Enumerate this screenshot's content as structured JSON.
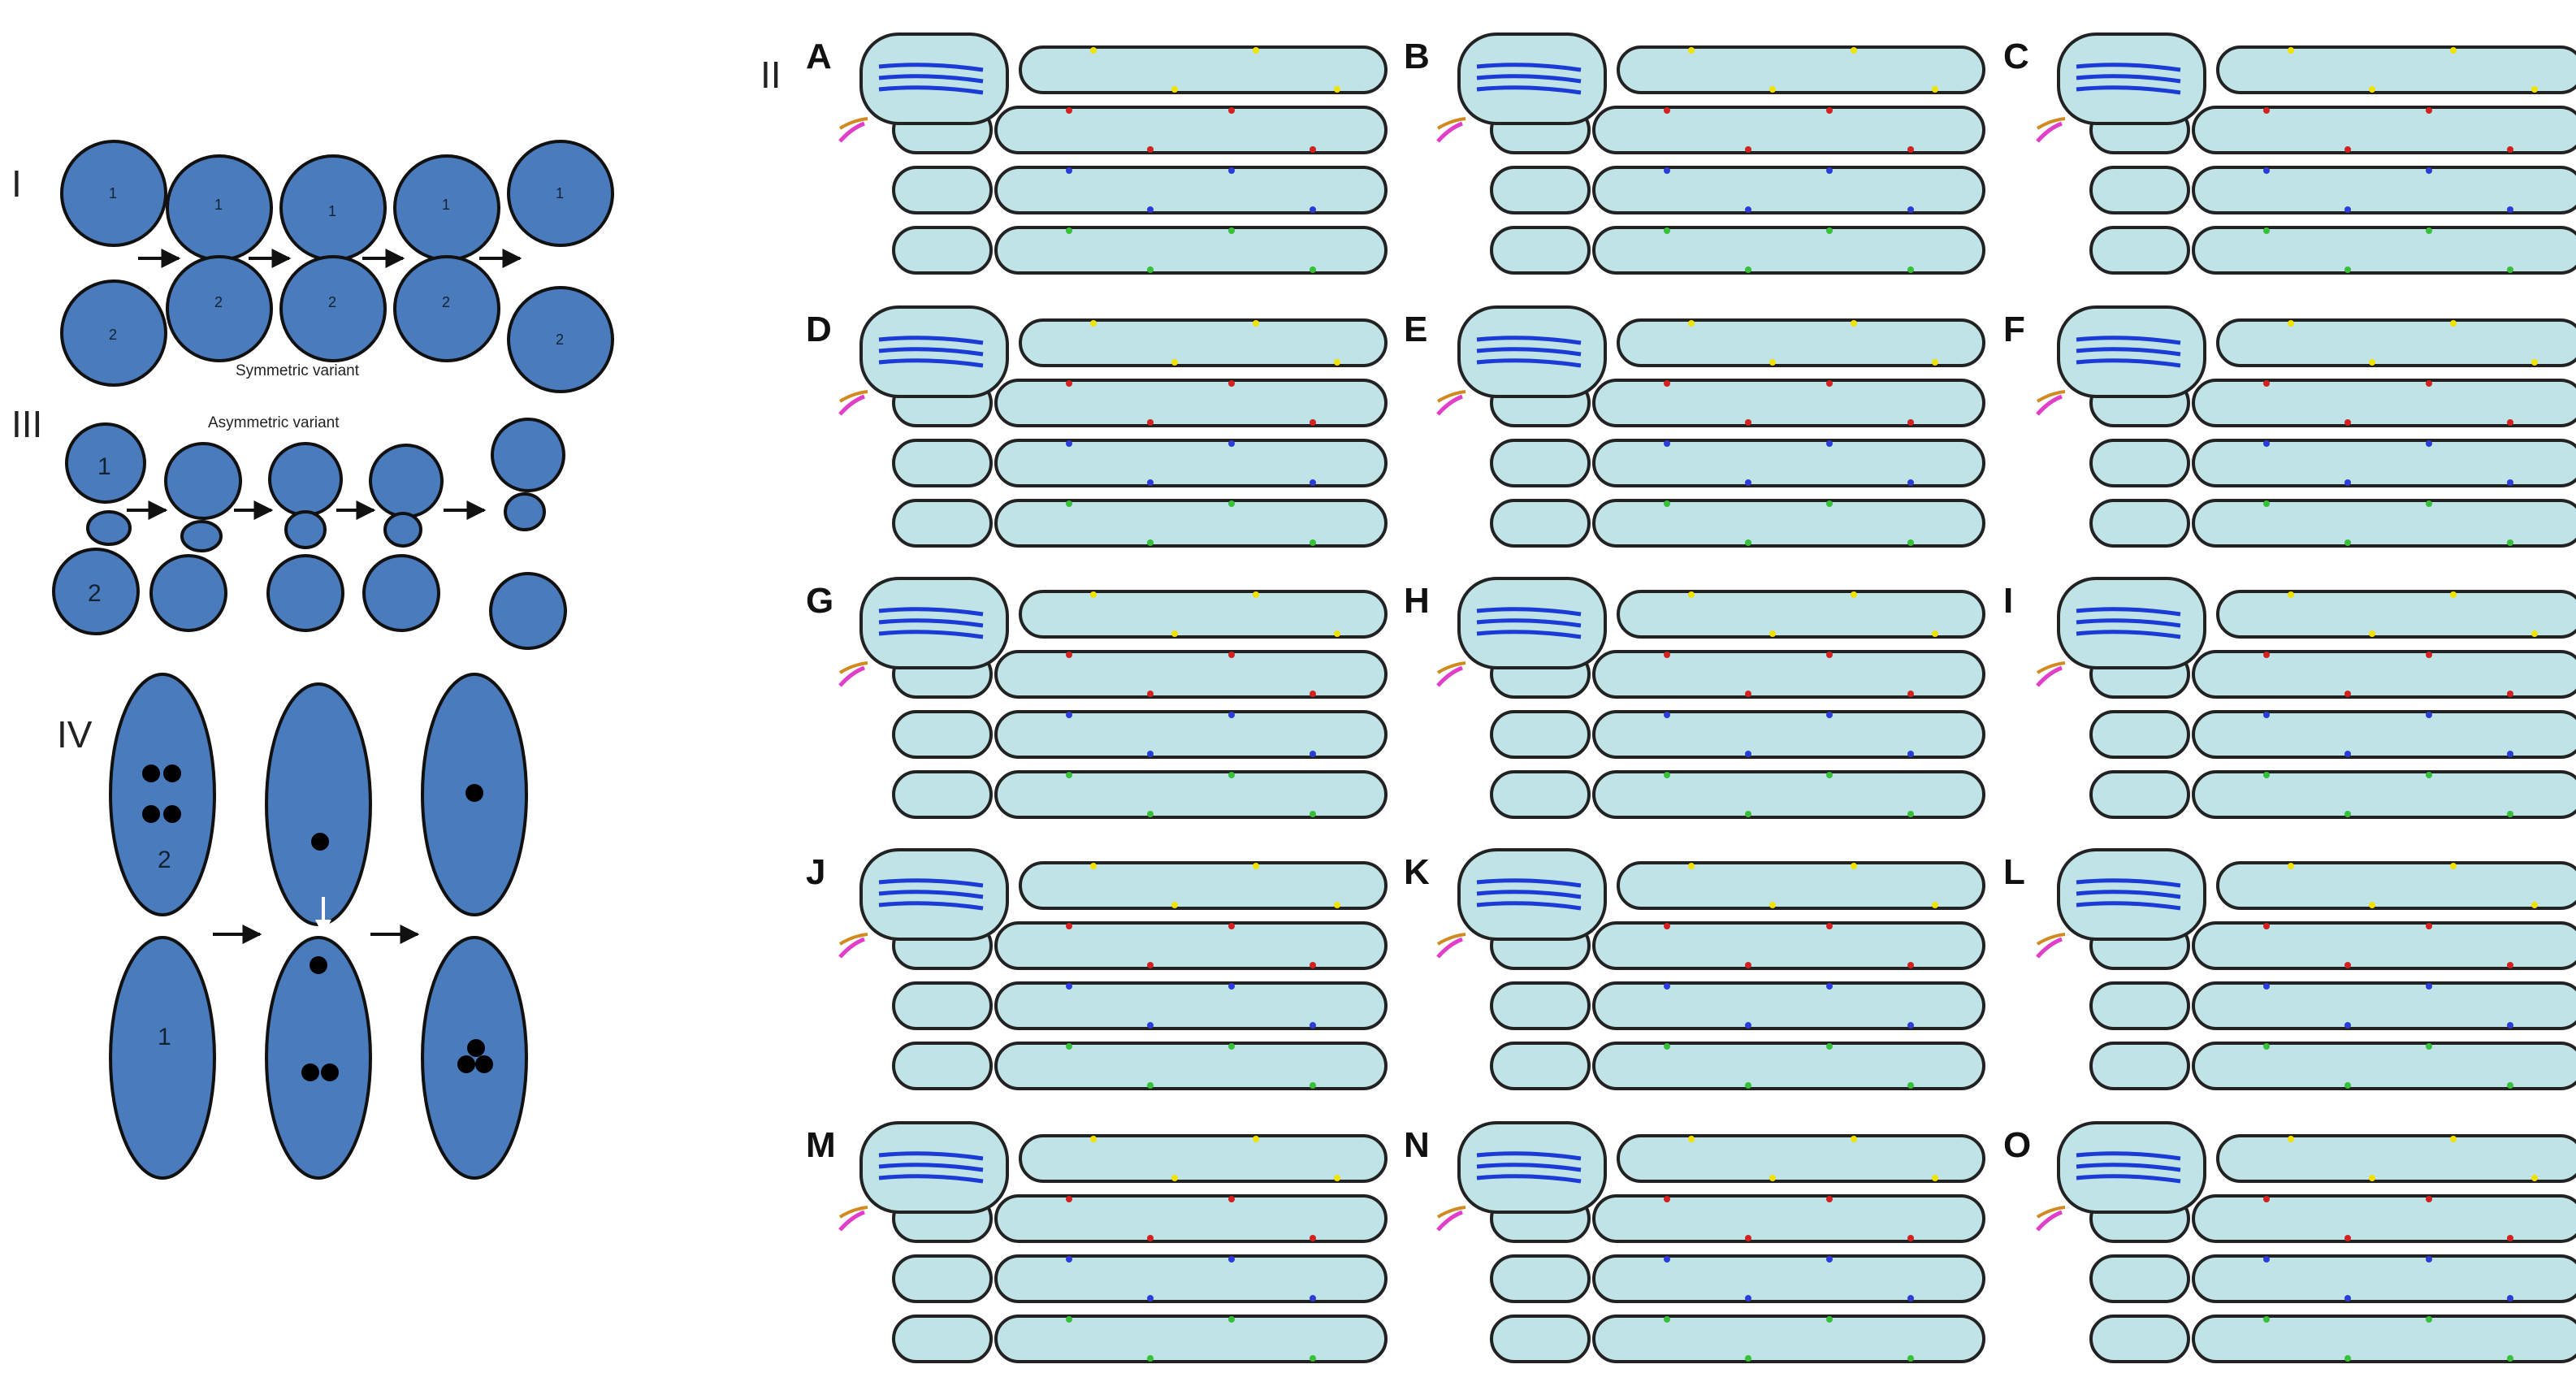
{
  "figure": {
    "section_labels": {
      "I": "I",
      "II": "II",
      "III": "III",
      "IV": "IV"
    },
    "symmetric_caption": "Symmetric variant",
    "asymmetric_caption": "Asymmetric variant",
    "cell_labels": {
      "one": "1",
      "two": "2"
    },
    "panel_letters": [
      "A",
      "B",
      "C",
      "D",
      "E",
      "F",
      "G",
      "H",
      "I",
      "J",
      "K",
      "L",
      "M",
      "N",
      "O"
    ],
    "colors": {
      "dark_cell": "#4a7bbd",
      "light_cell": "#bfe3e6",
      "nucleoid_lines": "#1a3bd6",
      "marker_yellow": "#f2e200",
      "marker_red": "#d62020",
      "marker_blue": "#2a3cd9",
      "marker_green": "#38c038",
      "pilus_magenta": "#e040c8",
      "pilus_orange": "#d08a20",
      "pilus_green": "#30c830"
    }
  }
}
